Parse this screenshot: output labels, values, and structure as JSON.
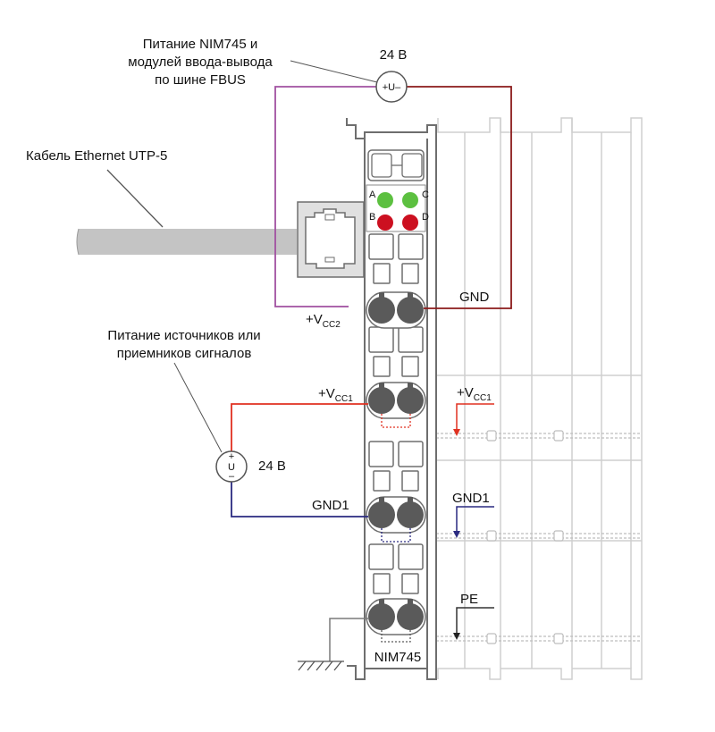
{
  "labels": {
    "power_fbus": [
      "Питание NIM745 и",
      "модулей ввода-вывода",
      "по шине FBUS"
    ],
    "voltage_top": "24 В",
    "source_top": "+U–",
    "cable": "Кабель Ethernet UTP-5",
    "led_a": "A",
    "led_b": "B",
    "led_c": "C",
    "led_d": "D",
    "gnd": "GND",
    "vcc2_main": "+V",
    "vcc2_sub": "CC2",
    "signal_power": [
      "Питание источников или",
      "приемников сигналов"
    ],
    "vcc1_main": "+V",
    "vcc1_sub": "CC1",
    "vcc1_right_main": "+V",
    "vcc1_right_sub": "CC1",
    "voltage_bottom": "24 В",
    "source_bottom_plus": "+",
    "source_bottom_u": "U",
    "source_bottom_minus": "–",
    "gnd1": "GND1",
    "gnd1_right": "GND1",
    "pe": "PE",
    "module": "NIM745"
  },
  "colors": {
    "purple_wire": "#a050a0",
    "darkred_wire": "#8b1a1a",
    "red_wire": "#e03020",
    "blue_wire": "#2a2a80",
    "led_green": "#5cc040",
    "led_red": "#cc1020",
    "module_outline": "#7a7a7a",
    "ghost_outline": "#c8c8c8"
  }
}
